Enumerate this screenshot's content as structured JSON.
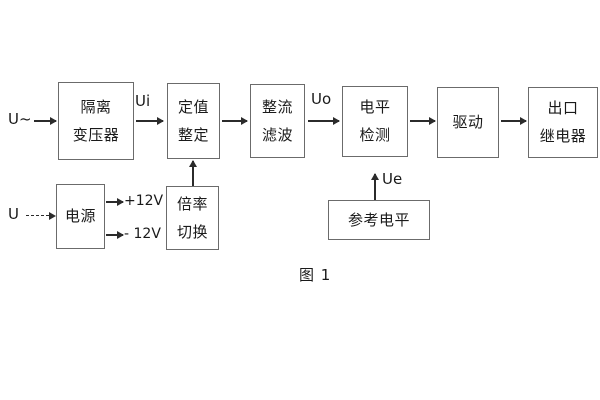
{
  "figure": {
    "caption": "图 1",
    "background_color": "#ffffff",
    "box_border_color": "#6b6b6b",
    "line_color": "#2b2b2b",
    "text_color": "#1a1a1a"
  },
  "inputs": {
    "ac_source": "U~",
    "dc_source": "U"
  },
  "signal_labels": {
    "ui": "Ui",
    "uo": "Uo",
    "ue": "Ue"
  },
  "power_rails": {
    "positive": "+12V",
    "negative": "- 12V"
  },
  "blocks": [
    {
      "id": "isolation-transformer",
      "lines": [
        "隔离",
        "变压器"
      ]
    },
    {
      "id": "setpoint-adjust",
      "lines": [
        "定值",
        "整定"
      ]
    },
    {
      "id": "rectify-filter",
      "lines": [
        "整流",
        "滤波"
      ]
    },
    {
      "id": "level-detect",
      "lines": [
        "电平",
        "检测"
      ]
    },
    {
      "id": "drive",
      "lines": [
        "驱动"
      ]
    },
    {
      "id": "output-relay",
      "lines": [
        "出口",
        "继电器"
      ]
    },
    {
      "id": "power-supply",
      "lines": [
        "电源"
      ]
    },
    {
      "id": "multiplier-switch",
      "lines": [
        "倍率",
        "切换"
      ]
    },
    {
      "id": "reference-level",
      "lines": [
        "参考电平"
      ]
    }
  ]
}
